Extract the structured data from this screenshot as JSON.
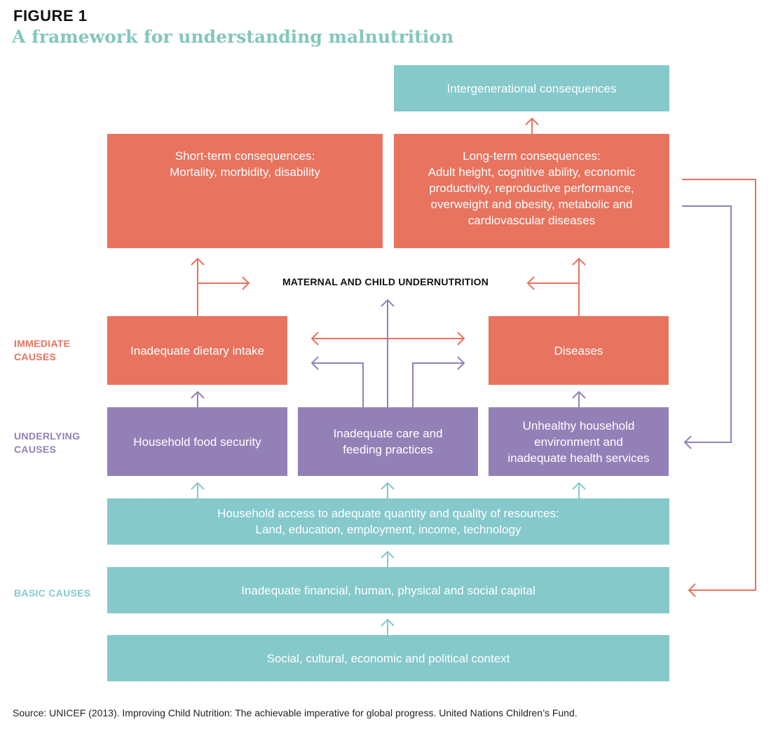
{
  "figure_label": "FIGURE 1",
  "figure_title": "A framework for understanding malnutrition",
  "colors": {
    "teal": "#85c9cb",
    "coral": "#e8735e",
    "purple": "#9380b7",
    "title_teal": "#84c7bd"
  },
  "center_label": "MATERNAL AND CHILD UNDERNUTRITION",
  "side_labels": {
    "immediate": [
      "IMMEDIATE",
      "CAUSES"
    ],
    "underlying": [
      "UNDERLYING",
      "CAUSES"
    ],
    "basic": [
      "BASIC CAUSES"
    ]
  },
  "boxes": {
    "intergenerational": [
      "Intergenerational consequences"
    ],
    "short_term": [
      "Short-term consequences:",
      "Mortality, morbidity, disability"
    ],
    "long_term": [
      "Long-term consequences:",
      "Adult height, cognitive ability, economic",
      "productivity, reproductive performance,",
      "overweight and obesity, metabolic and",
      "cardiovascular diseases"
    ],
    "dietary_intake": [
      "Inadequate dietary intake"
    ],
    "diseases": [
      "Diseases"
    ],
    "food_security": [
      "Household food security"
    ],
    "care_feeding": [
      "Inadequate care and",
      "feeding practices"
    ],
    "unhealthy_env": [
      "Unhealthy household",
      "environment and",
      "inadequate health services"
    ],
    "household_access": [
      "Household access to adequate quantity and quality of resources:",
      "Land, education, employment, income, technology"
    ],
    "capital": [
      "Inadequate financial, human, physical and social capital"
    ],
    "context": [
      "Social, cultural, economic and political context"
    ]
  },
  "source": "Source: UNICEF (2013). Improving Child Nutrition: The achievable imperative for global progress. United Nations Children’s Fund."
}
